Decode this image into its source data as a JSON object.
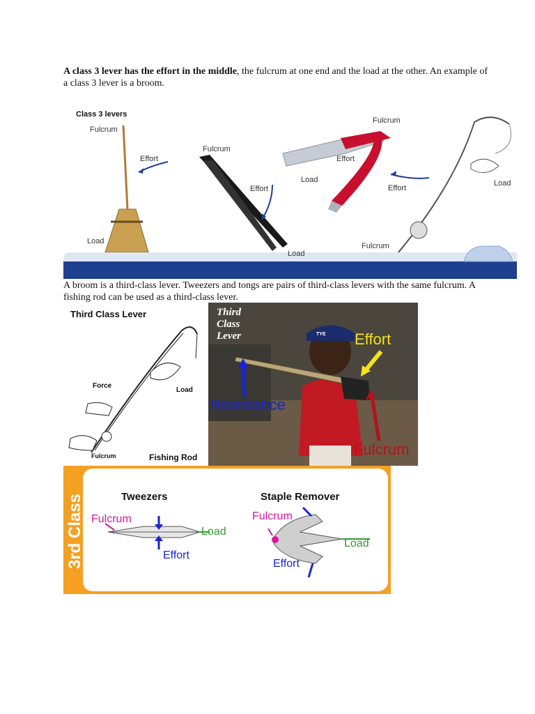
{
  "para1": {
    "bold": "A class 3 lever has the effort in the middle",
    "rest": ", the fulcrum at one end and the load at the other. An example of a class 3 lever is a broom."
  },
  "para2": "A broom is a third-class lever. Tweezers and tongs are pairs of third-class levers with the same fulcrum. A fishing rod can be used as a third-class lever.",
  "fig1": {
    "title": "Class 3 levers",
    "broom": {
      "fulcrum": "Fulcrum",
      "effort": "Effort",
      "load": "Load"
    },
    "tweezers": {
      "fulcrum": "Fulcrum",
      "effort": "Effort",
      "load": "Load"
    },
    "tongs": {
      "effort": "Effort",
      "load": "Load"
    },
    "rod": {
      "fulcrum_top": "Fulcrum",
      "effort": "Effort",
      "load": "Load",
      "fulcrum_bottom": "Fulcrum"
    }
  },
  "fig2": {
    "title": "Third Class Lever",
    "force": "Force",
    "load": "Load",
    "fulcrum": "Fulcrum",
    "caption": "Fishing Rod"
  },
  "fig3": {
    "title_line1": "Third",
    "title_line2": "Class",
    "title_line3": "Lever",
    "effort": "Effort",
    "resistance": "Resistance",
    "fulcrum": "Fulcrum",
    "bat_text": "TYE"
  },
  "fig4": {
    "side": "3rd Class",
    "tweezers": {
      "title": "Tweezers",
      "fulcrum": "Fulcrum",
      "load": "Load",
      "effort": "Effort"
    },
    "staple": {
      "title": "Staple Remover",
      "fulcrum": "Fulcrum",
      "load": "Load",
      "effort": "Effort"
    }
  },
  "colors": {
    "banner": "#1f3f8f",
    "orange": "#f4a023",
    "magenta": "#d6179c",
    "blue": "#1b22d6",
    "green": "#2e9d2e",
    "red": "#b3121e",
    "yellow": "#f4e21c"
  }
}
